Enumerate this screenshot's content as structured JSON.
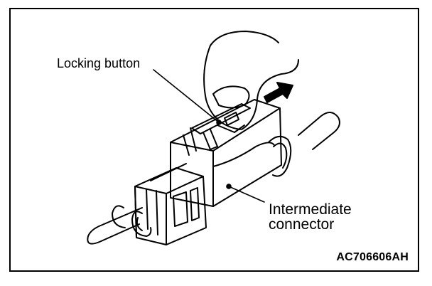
{
  "labels": {
    "locking_button": "Locking button",
    "intermediate_line1": "Intermediate",
    "intermediate_line2": "connector",
    "figure_code": "AC706606AH"
  },
  "colors": {
    "ink": "#000000",
    "background": "#ffffff"
  }
}
